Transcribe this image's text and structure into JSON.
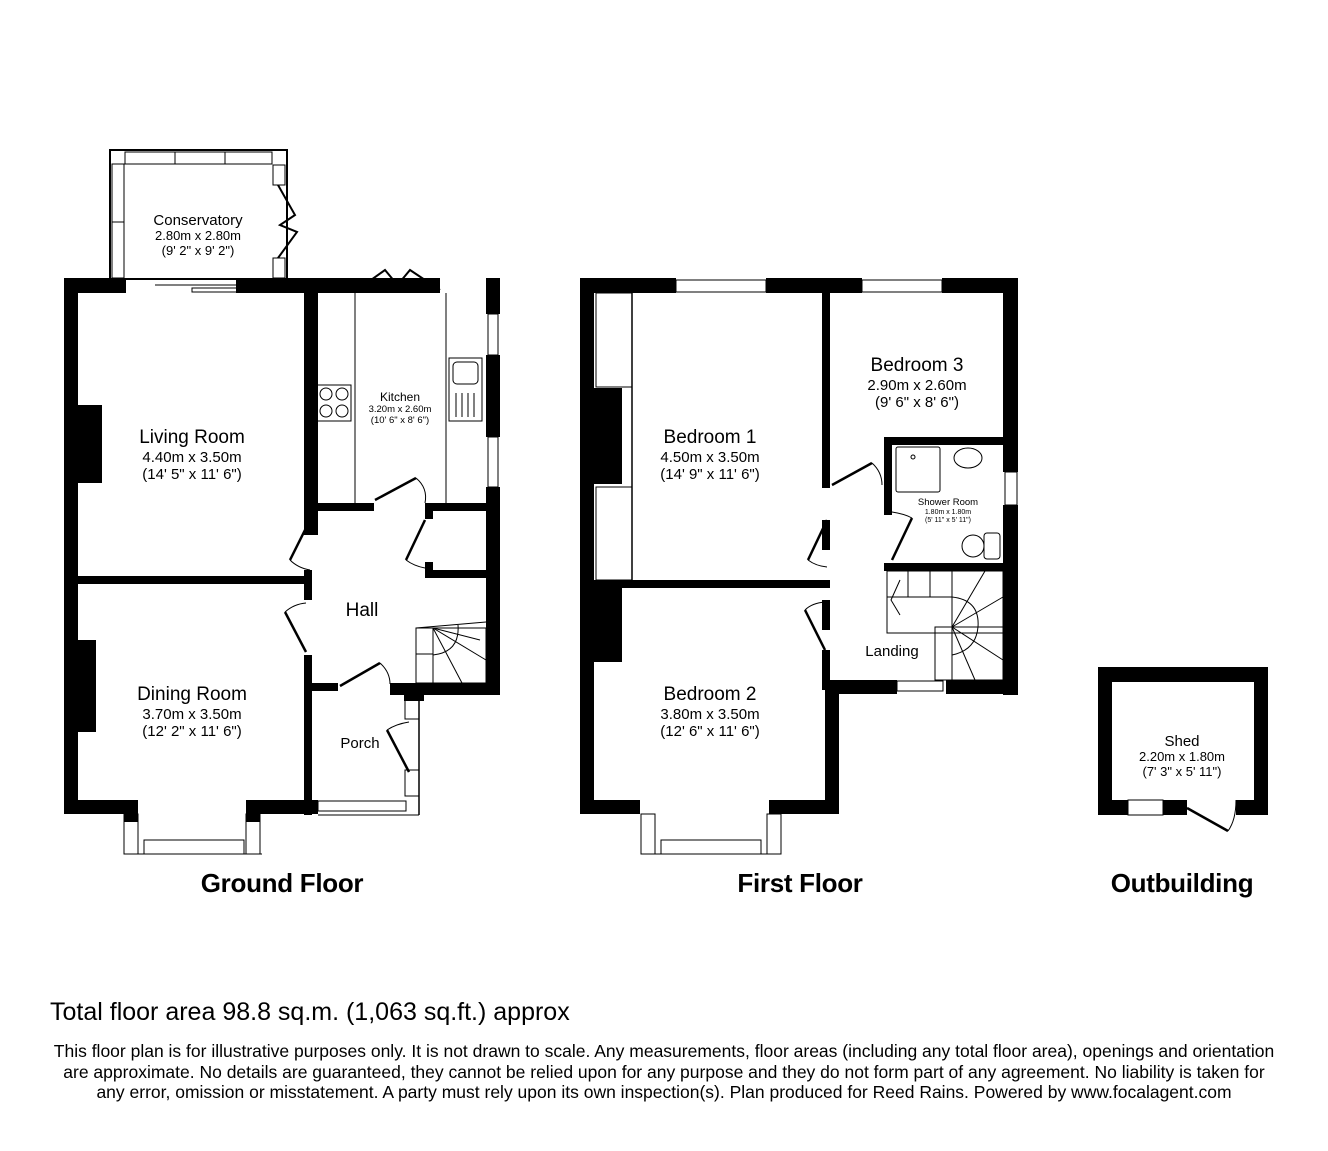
{
  "floors": [
    {
      "title": "Ground Floor",
      "rooms": [
        {
          "name": "Conservatory",
          "metric": "2.80m x 2.80m",
          "imperial": "(9' 2\" x 9' 2\")"
        },
        {
          "name": "Living Room",
          "metric": "4.40m x 3.50m",
          "imperial": "(14' 5\" x 11' 6\")"
        },
        {
          "name": "Kitchen",
          "metric": "3.20m x 2.60m",
          "imperial": "(10' 6\" x 8' 6\")"
        },
        {
          "name": "Hall"
        },
        {
          "name": "Dining Room",
          "metric": "3.70m x 3.50m",
          "imperial": "(12' 2\" x 11' 6\")"
        },
        {
          "name": "Porch"
        }
      ]
    },
    {
      "title": "First Floor",
      "rooms": [
        {
          "name": "Bedroom 1",
          "metric": "4.50m x 3.50m",
          "imperial": "(14' 9\" x 11' 6\")"
        },
        {
          "name": "Bedroom 3",
          "metric": "2.90m x 2.60m",
          "imperial": "(9' 6\" x 8' 6\")"
        },
        {
          "name": "Shower Room",
          "metric": "1.80m x 1.80m",
          "imperial": "(5' 11\" x 5' 11\")"
        },
        {
          "name": "Landing"
        },
        {
          "name": "Bedroom 2",
          "metric": "3.80m x 3.50m",
          "imperial": "(12' 6\" x 11' 6\")"
        }
      ]
    },
    {
      "title": "Outbuilding",
      "rooms": [
        {
          "name": "Shed",
          "metric": "2.20m x 1.80m",
          "imperial": "(7' 3\" x 5' 11\")"
        }
      ]
    }
  ],
  "footer": {
    "total_area": "Total floor area 98.8 sq.m. (1,063 sq.ft.) approx",
    "disclaimer": "This floor plan is for illustrative purposes only. It is not drawn to scale. Any measurements, floor areas (including any total floor area), openings and orientation are approximate. No details are guaranteed, they cannot be relied upon for any purpose and they do not form part of any agreement. No liability is taken for any error, omission or misstatement. A party must rely upon its own inspection(s). Plan produced for Reed Rains. Powered by www.focalagent.com"
  },
  "colors": {
    "wall": "#000000",
    "background": "#ffffff",
    "text": "#000000"
  }
}
